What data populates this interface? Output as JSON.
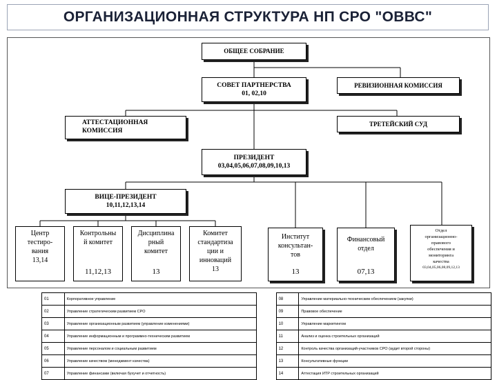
{
  "title": "ОРГАНИЗАЦИОННАЯ СТРУКТУРА НП СРО \"ОВВС\"",
  "nodes": {
    "general_meeting": "ОБЩЕЕ СОБРАНИЕ",
    "board": {
      "name": "СОВЕТ ПАРТНЕРСТВА",
      "codes": "01, 02,10"
    },
    "audit": "РЕВИЗИОННАЯ КОМИССИЯ",
    "attestation": {
      "line1": "АТТЕСТАЦИОННАЯ",
      "line2": "КОМИССИЯ"
    },
    "arbitration": "ТРЕТЕЙСКИЙ СУД",
    "president": {
      "name": "ПРЕЗИДЕНТ",
      "codes": "03,04,05,06,07,08,09,10,13"
    },
    "vice_president": {
      "name": "ВИЦЕ-ПРЕЗИДЕНТ",
      "codes": "10,11,12,13,14"
    },
    "units": [
      {
        "lines": [
          "Центр",
          "тестиро-",
          "вания"
        ],
        "codes": "13,14"
      },
      {
        "lines": [
          "Контрольны",
          "й комитет"
        ],
        "codes": "11,12,13"
      },
      {
        "lines": [
          "Дисциплина",
          "рный",
          "комитет"
        ],
        "codes": "13"
      },
      {
        "lines": [
          "Комитет",
          "стандартиза",
          "ции и",
          "инноваций"
        ],
        "codes": "13"
      },
      {
        "lines": [
          "Институт",
          "консультан-",
          "тов"
        ],
        "codes": "13"
      },
      {
        "lines": [
          "Финансовый",
          "отдел"
        ],
        "codes": "07,13"
      },
      {
        "lines": [
          "Отдел",
          "организационно-",
          "правового",
          "обеспечения и",
          "мониторинга",
          "качества"
        ],
        "codes": "03,04,05,06,08,09,12,13"
      }
    ]
  },
  "legend": [
    {
      "left_code": "01",
      "left_text": "Корпоративное управление",
      "right_code": "08",
      "right_text": "Управление материально-техническим обеспечением (закупки)"
    },
    {
      "left_code": "02",
      "left_text": "Управление стратегическим развитием СРО",
      "right_code": "09",
      "right_text": "Правовое обеспечение"
    },
    {
      "left_code": "03",
      "left_text": "Управление организационным развитием (управление изменениями)",
      "right_code": "10",
      "right_text": "Управление маркетингом"
    },
    {
      "left_code": "04",
      "left_text": "Управление информационным и программно-техническим развитием",
      "right_code": "11",
      "right_text": "Анализ и оценка строительных организаций"
    },
    {
      "left_code": "05",
      "left_text": "Управление персоналом и социальным развитием",
      "right_code": "12",
      "right_text": "Контроль качества организаций-участников СРО (аудит второй стороны)"
    },
    {
      "left_code": "06",
      "left_text": "Управление качеством (менеджмент качества)",
      "right_code": "13",
      "right_text": "Консультативные функции"
    },
    {
      "left_code": "07",
      "left_text": "Управление финансами (включая бухучет и отчетность)",
      "right_code": "14",
      "right_text": "Аттестация ИТР строительных организаций"
    }
  ]
}
